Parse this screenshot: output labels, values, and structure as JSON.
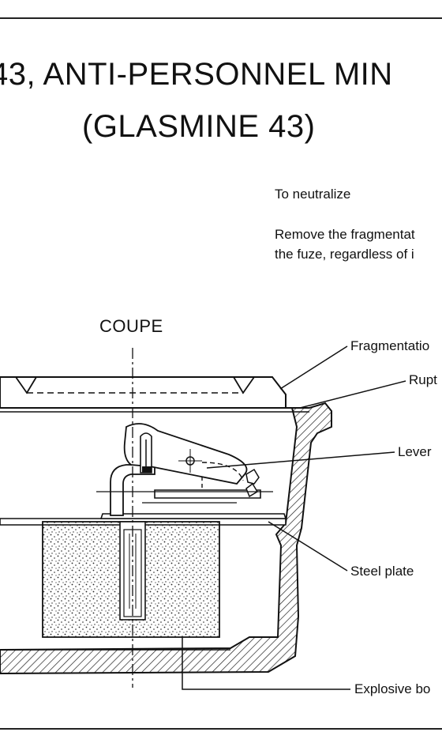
{
  "title": {
    "line1": "43, ANTI-PERSONNEL MIN",
    "line2": "(GLASMINE 43)"
  },
  "instructions": {
    "heading": "To neutralize",
    "line1": "Remove the fragmentat",
    "line2": "the fuze, regardless of i"
  },
  "section_label": "COUPE",
  "labels": {
    "fragmentation": "Fragmentatio",
    "rupture": "Rupt",
    "lever": "Lever",
    "steel_plate": "Steel plate",
    "explosive": "Explosive bo"
  }
}
